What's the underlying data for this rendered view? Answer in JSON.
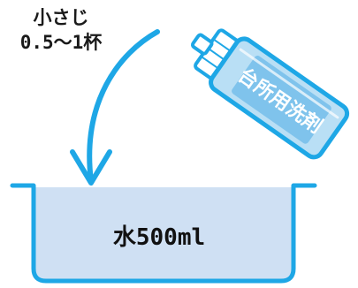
{
  "instruction": {
    "amount_line1": "小さじ",
    "amount_line2": "0.5〜1杯"
  },
  "bottle": {
    "label": "台所用洗剤",
    "icon": "detergent-spray-bottle"
  },
  "basin": {
    "label": "水500ml",
    "icon": "water-basin"
  },
  "arrow": {
    "icon": "curved-pour-arrow"
  },
  "colors": {
    "outline": "#1ea7e6",
    "bottle_fill": "#b9dff5",
    "bottle_label_fill": "#7fc3ec",
    "water_fill": "#cfe0f3",
    "text": "#111111"
  }
}
